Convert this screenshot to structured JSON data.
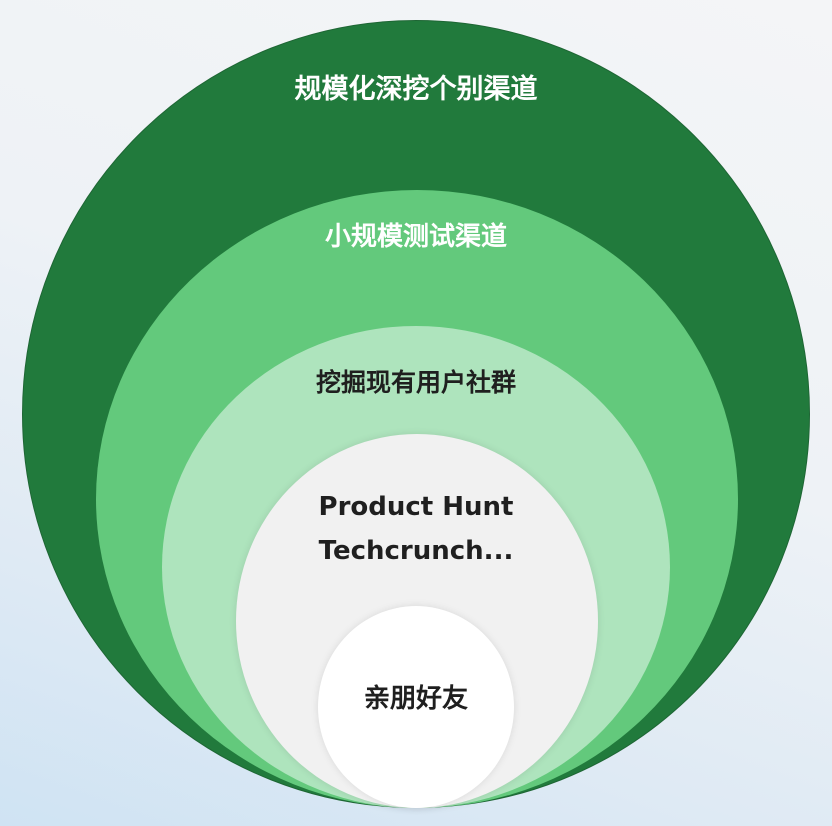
{
  "layers": [
    {
      "id": "layer-1",
      "label": "规模化深挖个别渠道",
      "fill": "#217a3c",
      "text_color": "#ffffff"
    },
    {
      "id": "layer-2",
      "label": "小规模测试渠道",
      "fill": "#63c97c",
      "text_color": "#ffffff"
    },
    {
      "id": "layer-3",
      "label": "挖掘现有用户社群",
      "fill": "#aee4bd",
      "text_color": "#1f1f1f"
    },
    {
      "id": "layer-4",
      "lines": [
        "Product Hunt",
        "Techcrunch..."
      ],
      "fill": "#f1f1f1",
      "text_color": "#1f1f1f"
    },
    {
      "id": "layer-5",
      "label": "亲朋好友",
      "fill": "#ffffff",
      "text_color": "#1f1f1f"
    }
  ]
}
